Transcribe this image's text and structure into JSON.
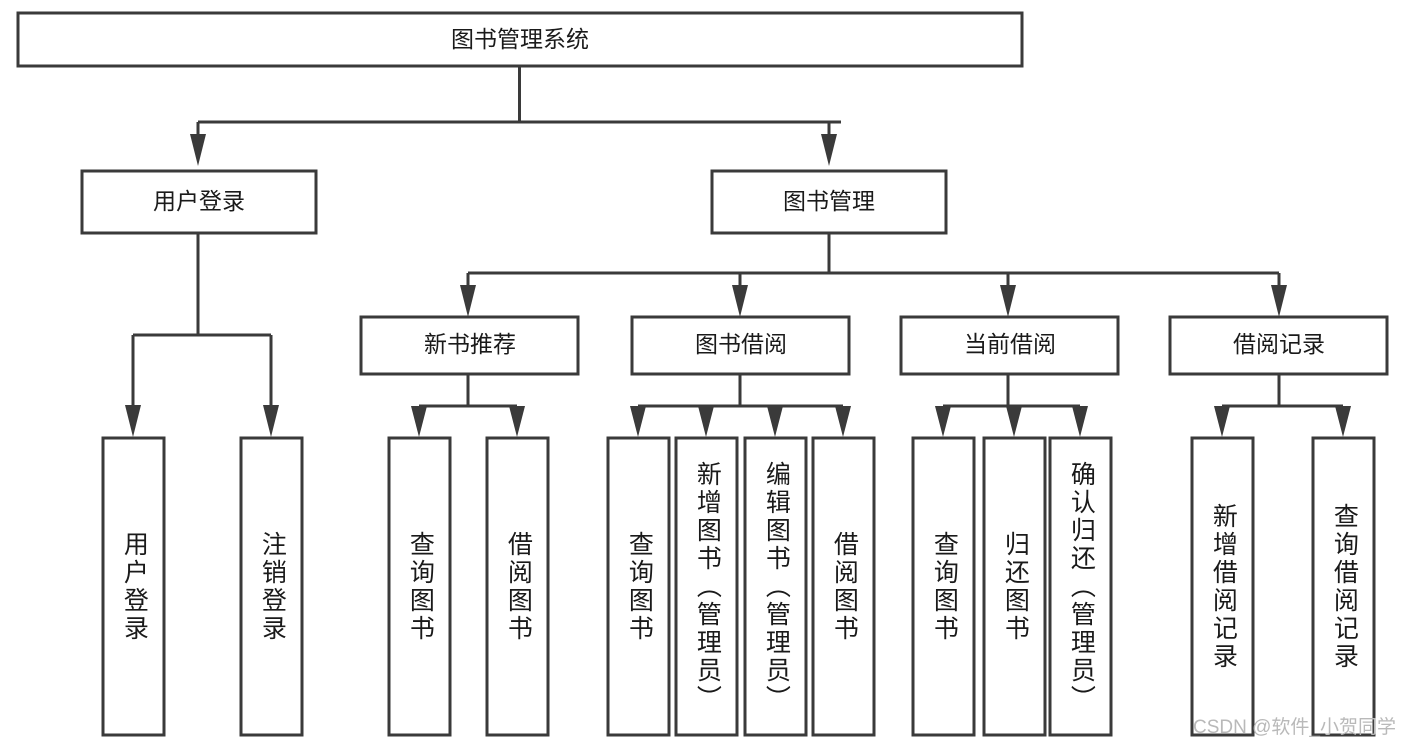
{
  "diagram": {
    "title": "图书管理系统",
    "type": "tree-hierarchy",
    "root": {
      "label": "图书管理系统"
    },
    "level2": [
      {
        "label": "用户登录"
      },
      {
        "label": "图书管理"
      }
    ],
    "level3": [
      {
        "label": "新书推荐"
      },
      {
        "label": "图书借阅"
      },
      {
        "label": "当前借阅"
      },
      {
        "label": "借阅记录"
      }
    ],
    "leaves": {
      "user_login": [
        {
          "label": "用户登录"
        },
        {
          "label": "注销登录"
        }
      ],
      "new_book_recommend": [
        {
          "label": "查询图书"
        },
        {
          "label": "借阅图书"
        }
      ],
      "book_borrow": [
        {
          "label": "查询图书"
        },
        {
          "label": "新增图书（管理员）"
        },
        {
          "label": "编辑图书（管理员）"
        },
        {
          "label": "借阅图书"
        }
      ],
      "current_borrow": [
        {
          "label": "查询图书"
        },
        {
          "label": "归还图书"
        },
        {
          "label": "确认归还（管理员）"
        }
      ],
      "borrow_record": [
        {
          "label": "新增借阅记录"
        },
        {
          "label": "查询借阅记录"
        }
      ]
    }
  },
  "watermark": {
    "text": "CSDN @软件_小贺同学"
  },
  "colors": {
    "stroke": "#3a3a3a",
    "fill": "#ffffff",
    "text": "#1a1a1a",
    "watermark": "#b9b9b9",
    "background": "#ffffff"
  }
}
